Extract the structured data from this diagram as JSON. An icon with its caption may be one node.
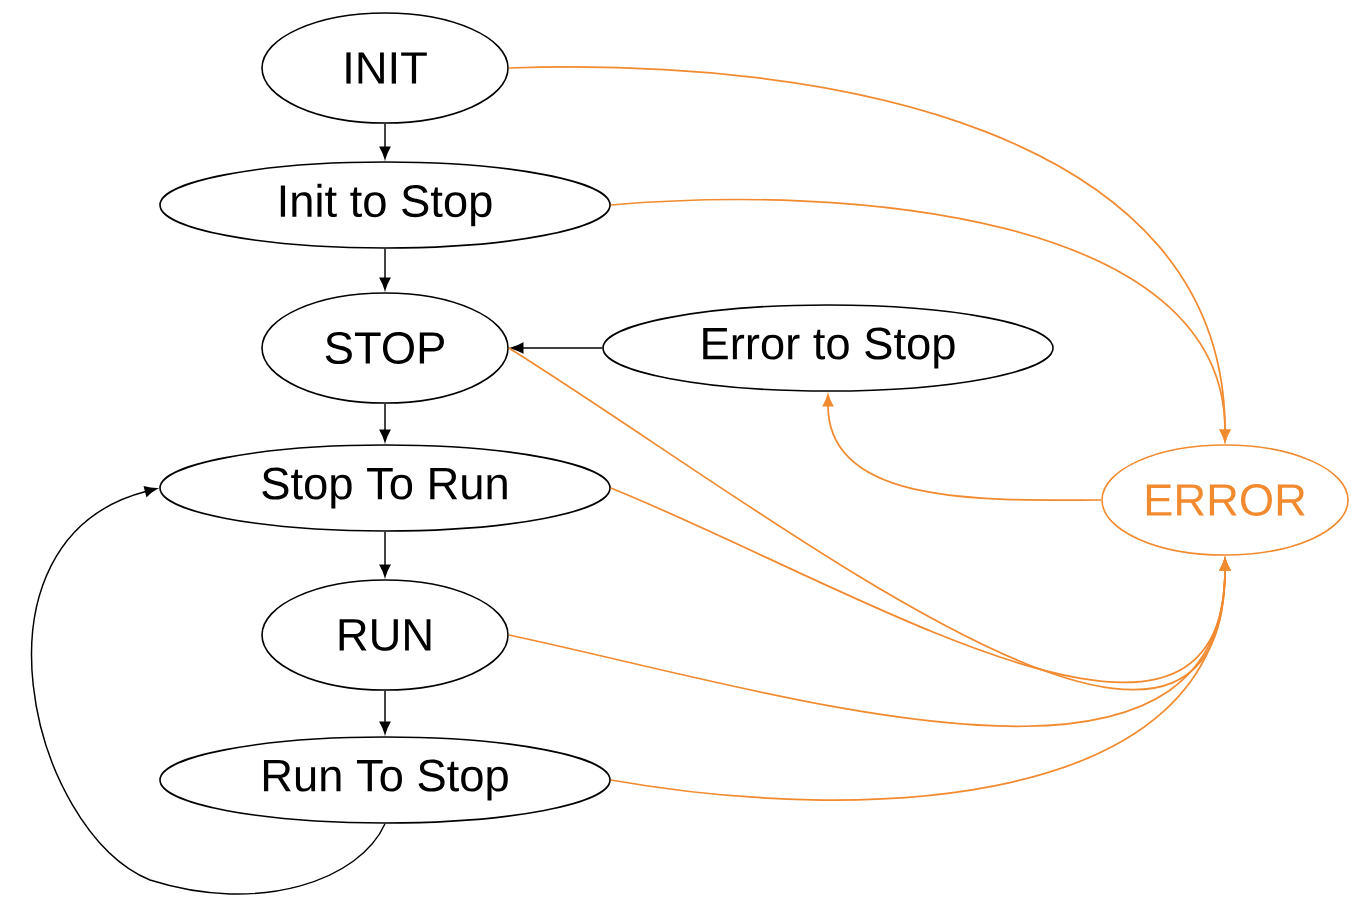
{
  "diagram": {
    "nodes": [
      {
        "text": [
          "INIT"
        ]
      },
      {
        "text": [
          "Init to Stop"
        ]
      },
      {
        "text": [
          "STOP"
        ]
      },
      {
        "text": [
          "Error to Stop"
        ]
      },
      {
        "text": [
          "Stop To Run"
        ]
      },
      {
        "text": [
          "RUN"
        ]
      },
      {
        "text": [
          "Run To Stop"
        ]
      },
      {
        "text": [
          "ERROR"
        ]
      }
    ],
    "edges": [
      {
        "from": 0,
        "to": 1,
        "arrow": "to"
      },
      {
        "from": 1,
        "to": 2,
        "arrow": "to"
      },
      {
        "from": 3,
        "to": 2,
        "arrow": "to"
      },
      {
        "from": 2,
        "to": 4,
        "arrow": "to"
      },
      {
        "from": 4,
        "to": 5,
        "arrow": "to"
      },
      {
        "from": 5,
        "to": 6,
        "arrow": "to"
      },
      {
        "from": 6,
        "to": 4,
        "arrow": "to"
      },
      {
        "from": 0,
        "to": 7,
        "arrow": "to",
        "color": "#f28a30"
      },
      {
        "from": 1,
        "to": 7,
        "arrow": "to",
        "color": "#f28a30"
      },
      {
        "from": 2,
        "to": 7,
        "arrow": "to",
        "color": "#f28a30"
      },
      {
        "from": 4,
        "to": 7,
        "arrow": "to",
        "color": "#f28a30"
      },
      {
        "from": 5,
        "to": 7,
        "arrow": "to",
        "color": "#f28a30"
      },
      {
        "from": 6,
        "to": 7,
        "arrow": "to",
        "color": "#f28a30"
      },
      {
        "from": 7,
        "to": 3,
        "arrow": "to",
        "color": "#f28a30"
      }
    ]
  }
}
